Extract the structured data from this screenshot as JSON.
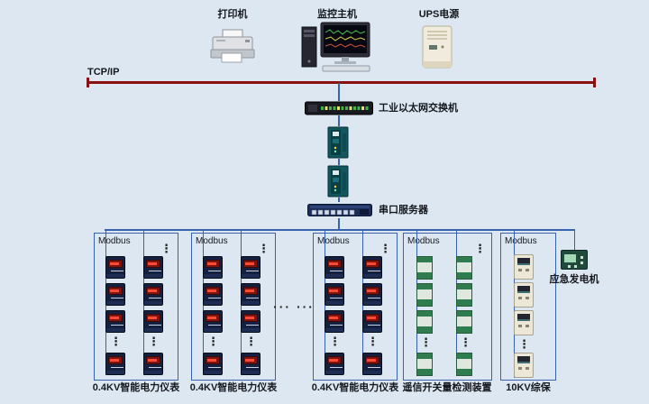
{
  "colors": {
    "background": "#dde7f2",
    "line_blue": "#3a63ae",
    "line_red": "#8a1112"
  },
  "top_devices": {
    "printer": {
      "label": "打印机"
    },
    "host": {
      "label": "监控主机"
    },
    "ups": {
      "label": "UPS电源"
    }
  },
  "network": {
    "bus_label": "TCP/IP",
    "switch_label": "工业以太网交换机",
    "serial_server_label": "串口服务器"
  },
  "branches": [
    {
      "bus_label": "Modbus",
      "bottom_label": "0.4KV智能电力仪表"
    },
    {
      "bus_label": "Modbus",
      "bottom_label": "0.4KV智能电力仪表"
    },
    {
      "bus_label": "Modbus",
      "bottom_label": "0.4KV智能电力仪表"
    },
    {
      "bus_label": "Modbus",
      "bottom_label": "遥信开关量检测装置"
    },
    {
      "bus_label": "Modbus",
      "bottom_label": "10KV综保"
    }
  ],
  "generator": {
    "label": "应急发电机"
  },
  "ellipsis": {
    "vertical": "⋮",
    "horizontal": "···  ···"
  }
}
